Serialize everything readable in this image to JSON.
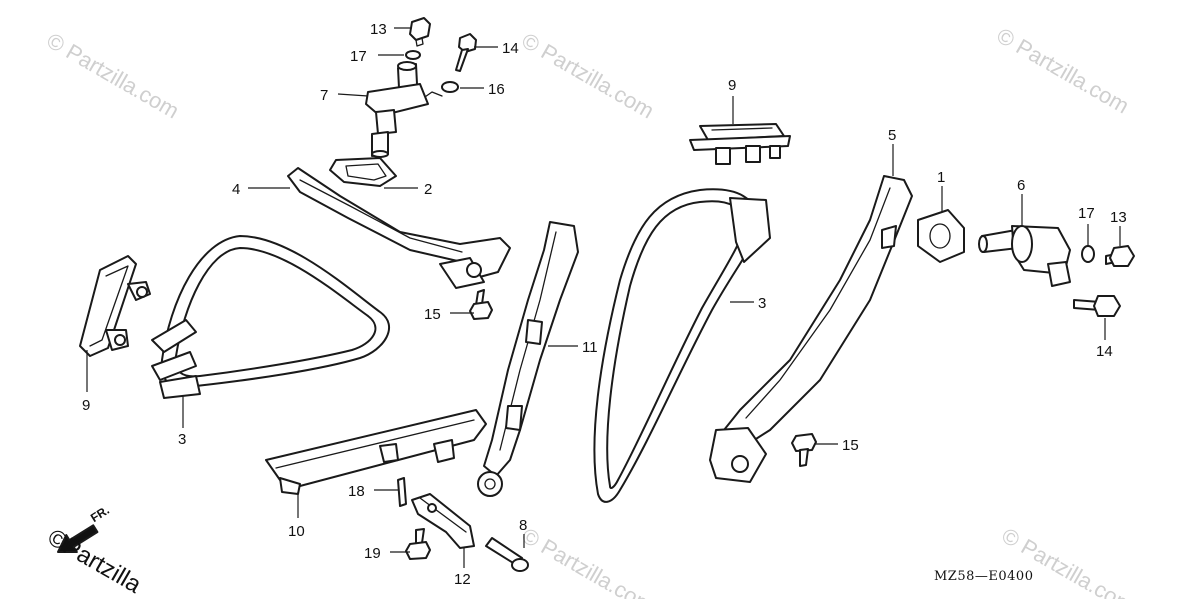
{
  "watermark": {
    "text": "© Partzilla.com",
    "corner_text": "©Partzilla"
  },
  "front_arrow": {
    "label": "FR."
  },
  "diagram_code": "MZ58—E0400",
  "callouts": {
    "c13a": "13",
    "c17a": "17",
    "c14a": "14",
    "c7": "7",
    "c16": "16",
    "c4": "4",
    "c2": "2",
    "c15a": "15",
    "c9a": "9",
    "c3a": "3",
    "c10": "10",
    "c18": "18",
    "c19": "19",
    "c12": "12",
    "c8": "8",
    "c11": "11",
    "c9b": "9",
    "c3b": "3",
    "c5": "5",
    "c1": "1",
    "c6": "6",
    "c17b": "17",
    "c13b": "13",
    "c14b": "14",
    "c15b": "15"
  }
}
